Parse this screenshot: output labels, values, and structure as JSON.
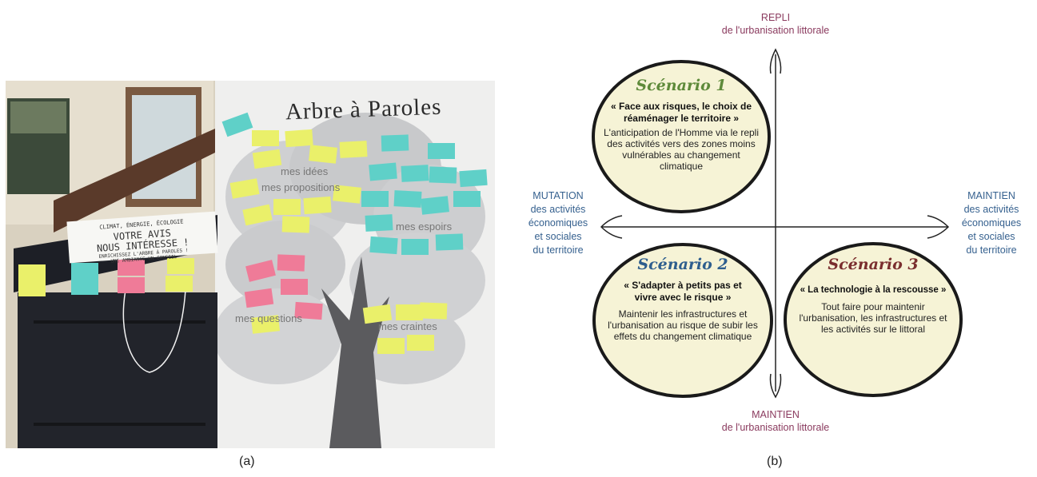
{
  "photo": {
    "board_title": "Arbre à Paroles",
    "tree_labels": [
      "mes idées",
      "mes propositions",
      "mes espoirs",
      "mes questions",
      "mes craintes"
    ],
    "sign": {
      "line1": "CLIMAT, ÉNERGIE, ÉCOLOGIE",
      "line2": "VOTRE AVIS",
      "line3": "NOUS INTÉRESSE !",
      "line4": "ENRICHISSEZ L'ARBRE À PAROLES !",
      "line5": "UNE AMBIANCE UN CONSEIL"
    },
    "caption": "(a)",
    "colors": {
      "sticky_cyan": "#5fd0c8",
      "sticky_yellow": "#eaf06a",
      "sticky_pink": "#ef7b98"
    }
  },
  "diagram": {
    "caption": "(b)",
    "axis_top": {
      "line1": "REPLI",
      "line2": "de l'urbanisation littorale"
    },
    "axis_bottom": {
      "line1": "MAINTIEN",
      "line2": "de l'urbanisation littorale"
    },
    "axis_left": {
      "lines": [
        "MUTATION",
        "des activités",
        "économiques",
        "et sociales",
        "du territoire"
      ]
    },
    "axis_right": {
      "lines": [
        "MAINTIEN",
        "des activités",
        "économiques",
        "et sociales",
        "du territoire"
      ]
    },
    "scenarios": [
      {
        "title": "Scénario 1",
        "quote": "« Face aux risques, le choix de réaménager le territoire »",
        "desc": "L'anticipation de l'Homme via le repli des activités vers des zones moins vulnérables au changement climatique",
        "title_color": "#5e8a3a"
      },
      {
        "title": "Scénario 2",
        "quote": "« S'adapter à petits pas et vivre avec le risque »",
        "desc": "Maintenir les infrastructures et l'urbanisation au risque de subir les effets du changement climatique",
        "title_color": "#2e5e8e"
      },
      {
        "title": "Scénario 3",
        "quote": "« La technologie à la rescousse »",
        "desc": "Tout faire pour maintenir l'urbanisation, les infrastructures et les activités sur le littoral",
        "title_color": "#7a2e2e"
      }
    ],
    "colors": {
      "circle_fill": "#f6f3d6",
      "axis_purple": "#8a3a5e",
      "axis_blue": "#36618f"
    }
  }
}
